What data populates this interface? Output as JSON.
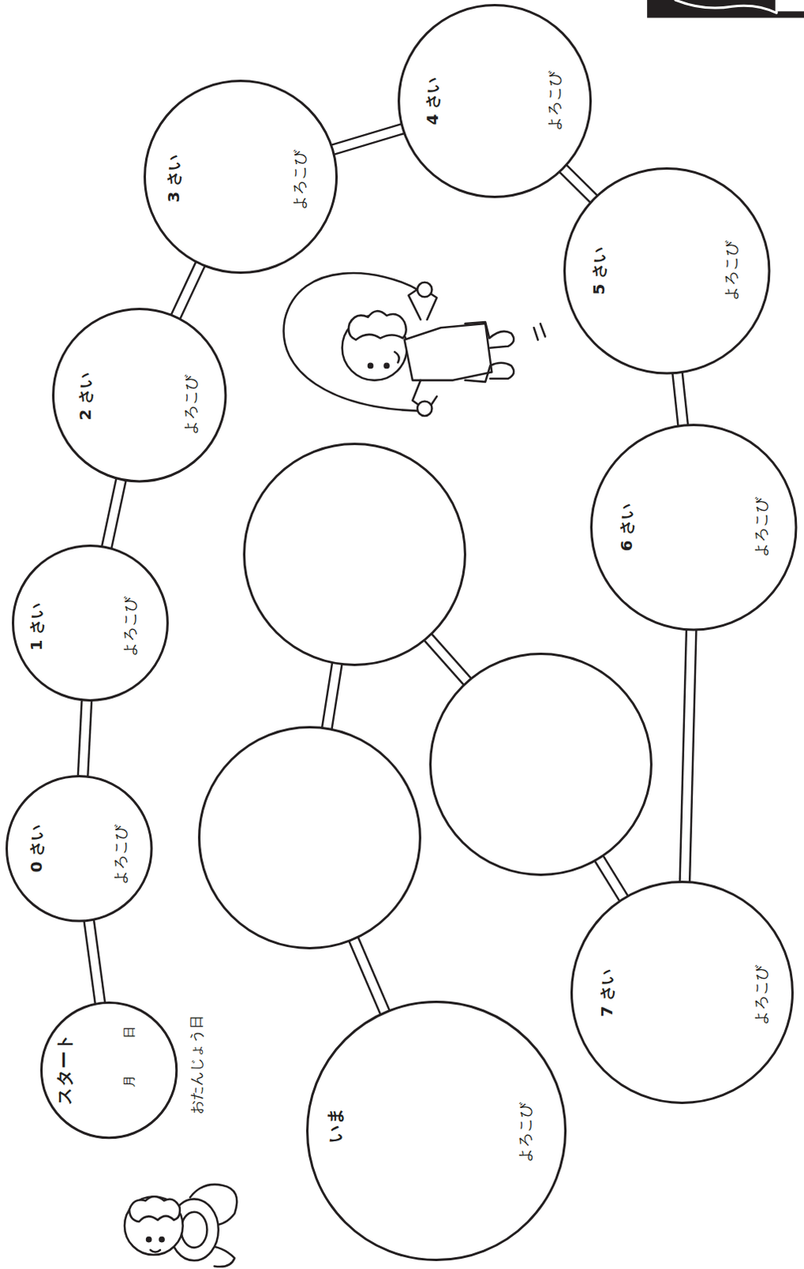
{
  "diagram": {
    "nodes": [
      {
        "text": [
          "スタート",
          "月",
          "日",
          "おたんじょう日"
        ]
      },
      {
        "text": [
          "0 さい",
          "よろこび"
        ]
      },
      {
        "text": [
          "1 さい",
          "よろこび"
        ]
      },
      {
        "text": [
          "2 さい",
          "よろこび"
        ]
      },
      {
        "text": [
          "3 さい",
          "よろこび"
        ]
      },
      {
        "text": [
          "4 さい",
          "よろこび"
        ]
      },
      {
        "text": [
          "5 さい",
          "よろこび"
        ]
      },
      {
        "text": [
          "6 さい",
          "よろこび"
        ]
      },
      {
        "text": [
          "7 さい",
          "よろこび"
        ]
      },
      {
        "text": []
      },
      {
        "text": []
      },
      {
        "text": []
      },
      {
        "text": [
          "いま",
          "よろこび"
        ]
      }
    ],
    "edges": [
      {
        "from": 0,
        "to": 1,
        "arrow": "none"
      },
      {
        "from": 1,
        "to": 2,
        "arrow": "none"
      },
      {
        "from": 2,
        "to": 3,
        "arrow": "none"
      },
      {
        "from": 3,
        "to": 4,
        "arrow": "none"
      },
      {
        "from": 4,
        "to": 5,
        "arrow": "none"
      },
      {
        "from": 5,
        "to": 6,
        "arrow": "none"
      },
      {
        "from": 6,
        "to": 7,
        "arrow": "none"
      },
      {
        "from": 7,
        "to": 8,
        "arrow": "none"
      },
      {
        "from": 8,
        "to": 9,
        "arrow": "none"
      },
      {
        "from": 9,
        "to": 10,
        "arrow": "none"
      },
      {
        "from": 10,
        "to": 11,
        "arrow": "none"
      },
      {
        "from": 11,
        "to": 12,
        "arrow": "none"
      }
    ]
  }
}
